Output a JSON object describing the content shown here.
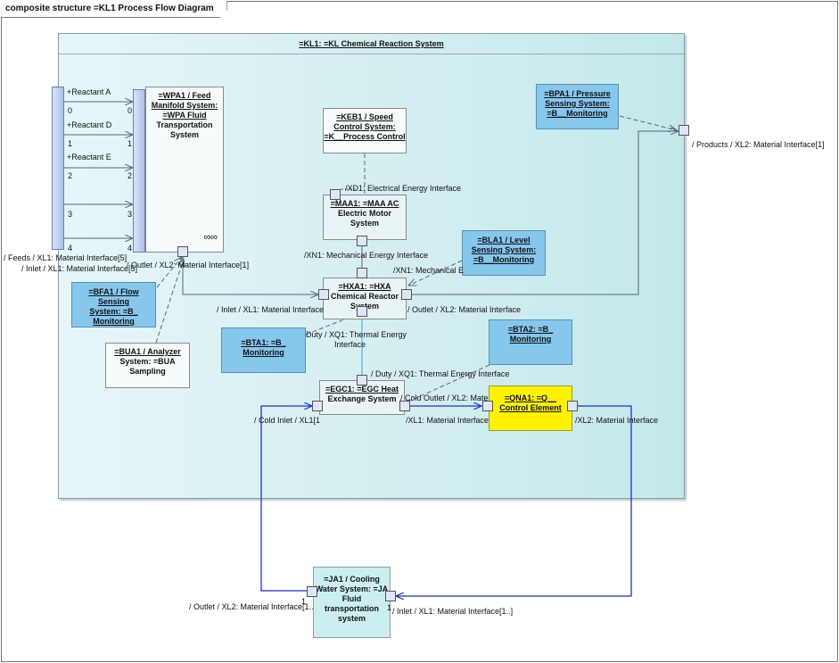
{
  "diagram": {
    "frame_title": "composite structure =KL1 Process Flow Diagram",
    "system_title": "=KL1: =KL Chemical Reaction System"
  },
  "blocks": {
    "wpa1": [
      "=WPA1  / Feed",
      "Manifold System:",
      "=WPA Fluid",
      "Transportation",
      "System"
    ],
    "keb1": [
      "=KEB1 / Speed",
      "Control System:",
      "=K__Process Control"
    ],
    "maa1": [
      "=MAA1: =MAA AC",
      "Electric Motor",
      "System"
    ],
    "hxa1": [
      "=HXA1: =HXA",
      "Chemical Reactor",
      "System"
    ],
    "egc1": [
      "=EGC1: =EGC Heat",
      "Exchange System"
    ],
    "qna1": [
      "=QNA1: =Q__",
      "Control Element"
    ],
    "bpa1": [
      "=BPA1 / Pressure",
      "Sensing System:",
      "=B__Monitoring"
    ],
    "bla1": [
      "=BLA1 / Level",
      "Sensing System:",
      "=B__Monitoring"
    ],
    "bfa1": [
      "=BFA1 / Flow Sensing",
      "System: =B_",
      "Monitoring"
    ],
    "bta1": [
      "=BTA1: =B_",
      "Monitoring"
    ],
    "bta2": [
      "=BTA2: =B_",
      "Monitoring"
    ],
    "bua1": [
      "=BUA1 / Analyzer",
      "System: =BUA",
      "Sampling"
    ],
    "ja1": [
      "=JA1  / Cooling",
      "Water System: =JA",
      "Fluid",
      "transportation",
      "system"
    ]
  },
  "feeds": {
    "reactant_a": "+Reactant A",
    "reactant_d": "+Reactant D",
    "reactant_e": "+Reactant E",
    "indices": [
      "0",
      "1",
      "2",
      "3",
      "4"
    ]
  },
  "labels": {
    "products": "/ Products / XL2: Material Interface[1]",
    "feeds": "/ Feeds / XL1: Material Interface[5]",
    "inlet_wpa": "/ Inlet / XL1: Material Interface[5]",
    "outlet_wpa": "/ Outlet / XL2: Material Interface[1]",
    "xd1": "/XD1: Electrical Energy Interface",
    "xn1_maa": "/XN1: Mechanical Energy Interface",
    "xn1_hxa": "/XN1: Mechanical E",
    "inlet_hxa": "/ Inlet / XL1: Material Interface",
    "outlet_hxa": "/ Outlet / XL2: Material Interface",
    "duty_hxa_1": "Duty / XQ1: Thermal Energy",
    "duty_hxa_2": "Interface",
    "duty_egc": "/ Duty / XQ1: Thermal Energy Interface",
    "cold_outlet": "/ Cold Outlet / XL2: Mate",
    "cold_inlet": "/ Cold Inlet / XL1[1",
    "xl1_qna": "/XL1: Material Interface",
    "xl2_qna": "/XL2: Material Interface",
    "outlet_ja": "/ Outlet / XL2: Material Interface[1..",
    "inlet_ja": "/ Inlet / XL1: Material Interface[1..]",
    "mult_1a": "1",
    "mult_1b": "1"
  },
  "colors": {
    "flow_blue": "#1f2fd6",
    "connector_gray": "#55657a",
    "sensor_blue": "#86c7ee",
    "control_yellow": "#fff200"
  }
}
